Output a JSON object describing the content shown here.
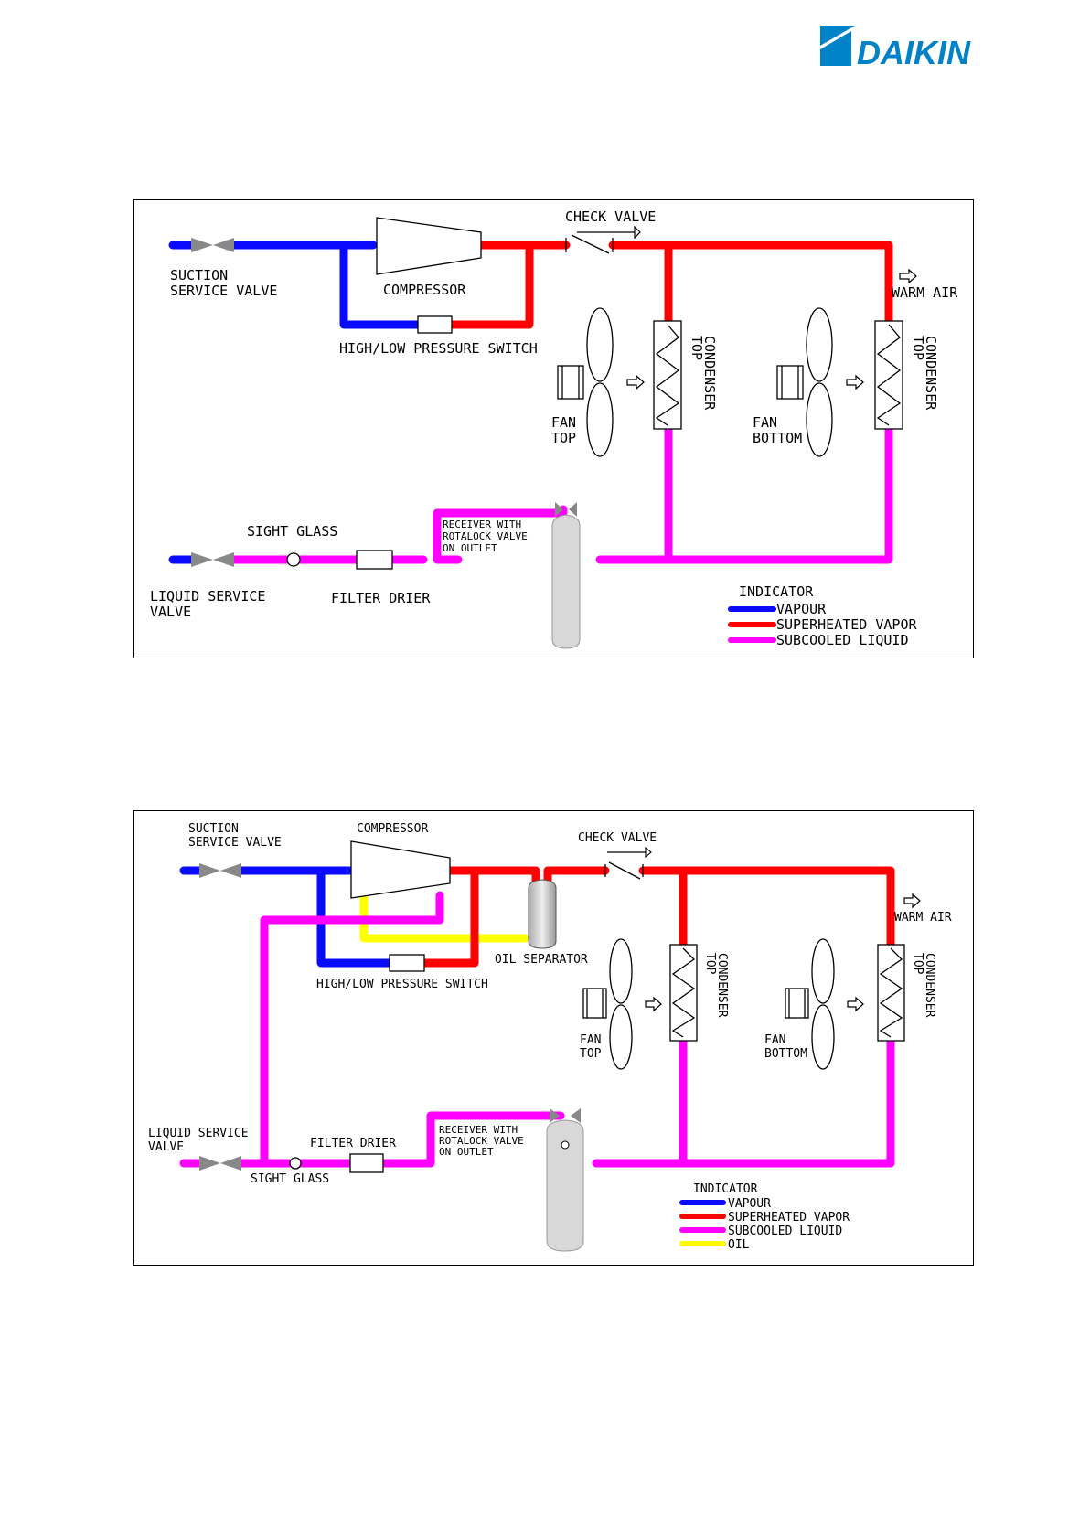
{
  "brand": {
    "name": "DAIKIN"
  },
  "colors": {
    "vapour": "#0a0aff",
    "superheated": "#ff0000",
    "subcooled": "#ff00ff",
    "oil": "#ffff00",
    "logo": "#0082c8"
  },
  "diagram1": {
    "labels": {
      "suction_valve_1": "SUCTION",
      "suction_valve_2": "SERVICE VALVE",
      "compressor": "COMPRESSOR",
      "check_valve": "CHECK VALVE",
      "warm_air": "WARM AIR",
      "pressure_switch": "HIGH/LOW PRESSURE SWITCH",
      "condenser_top_a": "CONDENSER",
      "condenser_top_b": "TOP",
      "condenser_bottom_a": "CONDENSER",
      "condenser_bottom_b": "TOP",
      "fan_top_1": "FAN",
      "fan_top_2": "TOP",
      "fan_bottom_1": "FAN",
      "fan_bottom_2": "BOTTOM",
      "sight_glass": "SIGHT GLASS",
      "receiver_1": "RECEIVER WITH",
      "receiver_2": "ROTALOCK VALVE",
      "receiver_3": "ON OUTLET",
      "liquid_valve_1": "LIQUID SERVICE",
      "liquid_valve_2": "VALVE",
      "filter_drier": "FILTER DRIER"
    },
    "legend": {
      "title": "INDICATOR",
      "items": [
        "VAPOUR",
        "SUPERHEATED VAPOR",
        "SUBCOOLED LIQUID"
      ]
    }
  },
  "diagram2": {
    "labels": {
      "suction_valve_1": "SUCTION",
      "suction_valve_2": "SERVICE VALVE",
      "compressor": "COMPRESSOR",
      "check_valve": "CHECK VALVE",
      "warm_air": "WARM AIR",
      "oil_separator": "OIL SEPARATOR",
      "pressure_switch": "HIGH/LOW PRESSURE SWITCH",
      "condenser_top_a": "CONDENSER",
      "condenser_top_b": "TOP",
      "condenser_bottom_a": "CONDENSER",
      "condenser_bottom_b": "TOP",
      "fan_top_1": "FAN",
      "fan_top_2": "TOP",
      "fan_bottom_1": "FAN",
      "fan_bottom_2": "BOTTOM",
      "liquid_valve_1": "LIQUID SERVICE",
      "liquid_valve_2": "VALVE",
      "filter_drier": "FILTER DRIER",
      "sight_glass": "SIGHT GLASS",
      "receiver_1": "RECEIVER WITH",
      "receiver_2": "ROTALOCK VALVE",
      "receiver_3": "ON OUTLET"
    },
    "legend": {
      "title": "INDICATOR",
      "items": [
        "VAPOUR",
        "SUPERHEATED VAPOR",
        "SUBCOOLED LIQUID",
        "OIL"
      ]
    }
  }
}
